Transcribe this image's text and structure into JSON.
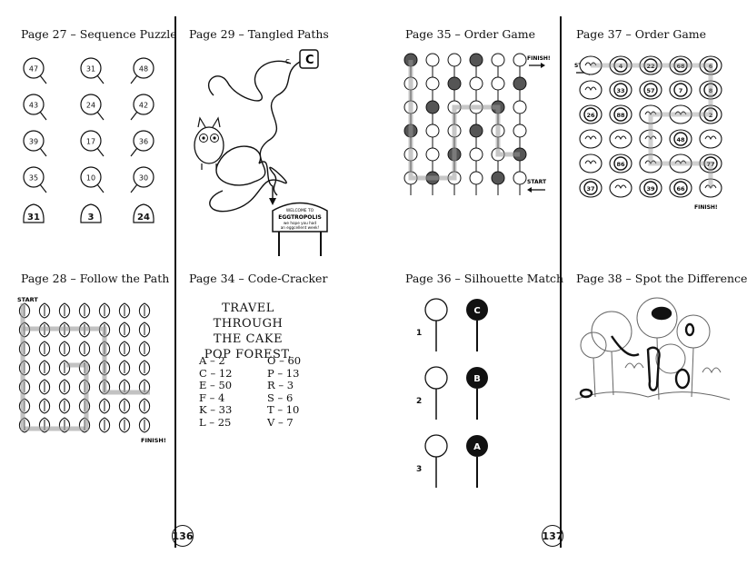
{
  "titles": {
    "p27": "Page 27 – Sequence Puzzle",
    "p28": "Page 28 – Follow the Path",
    "p29": "Page 29 – Tangled Paths",
    "p34": "Page 34 – Code-Cracker",
    "p35": "Page 35 – Order Game",
    "p36": "Page 36 – Silhouette Match",
    "p37": "Page 37 – Order Game",
    "p38": "Page 38 – Spot the Difference"
  },
  "page_numbers": {
    "left": "136",
    "right": "137"
  },
  "sequence": {
    "col1": [
      "47",
      "43",
      "39",
      "35"
    ],
    "col2": [
      "31",
      "24",
      "17",
      "10"
    ],
    "col3": [
      "48",
      "42",
      "36",
      "30"
    ],
    "answers": [
      "31",
      "3",
      "24"
    ]
  },
  "follow_path": {
    "start": "START",
    "finish": "FINISH!"
  },
  "tangled": {
    "letter": "C",
    "sign_lines": [
      "WELCOME TO",
      "EGGTROPOLIS",
      "we hope you had",
      "an eggcellent week!"
    ]
  },
  "code": {
    "message": [
      "TRAVEL THROUGH",
      "THE CAKE",
      "POP FOREST."
    ],
    "left": [
      "A – 2",
      "C – 12",
      "E – 50",
      "F – 4",
      "K – 33",
      "L – 25"
    ],
    "right": [
      "O – 60",
      "P – 13",
      "R – 3",
      "S – 6",
      "T – 10",
      "V – 7"
    ]
  },
  "order35": {
    "finish": "FINISH!",
    "start": "START"
  },
  "silhouette": {
    "numbers": [
      "1",
      "2",
      "3"
    ],
    "letters": [
      "C",
      "B",
      "A"
    ]
  },
  "order37": {
    "start": "START",
    "finish": "FINISH!",
    "grid": [
      [
        "",
        "4",
        "22",
        "68",
        "6"
      ],
      [
        "",
        "33",
        "57",
        "7",
        "8"
      ],
      [
        "26",
        "88",
        "",
        "",
        "2"
      ],
      [
        "",
        "",
        "",
        "48",
        ""
      ],
      [
        "",
        "86",
        "",
        "",
        "77"
      ],
      [
        "37",
        "",
        "39",
        "66",
        ""
      ]
    ]
  }
}
